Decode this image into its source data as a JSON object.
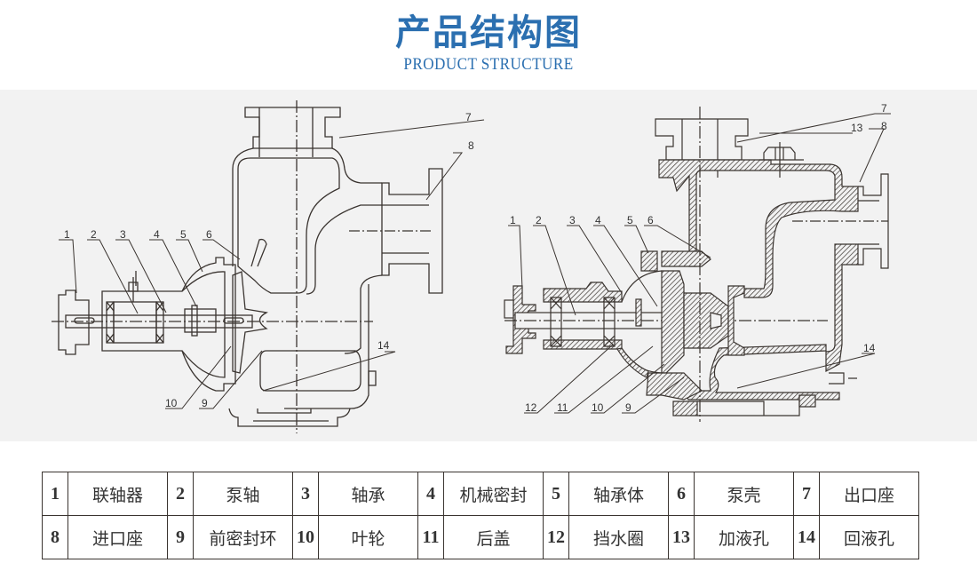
{
  "header": {
    "title": "产品结构图",
    "subtitle": "PRODUCT STRUCTURE"
  },
  "colors": {
    "title": "#2b6fb0",
    "panel_bg": "#f2f2f2",
    "line": "#3a3430"
  },
  "diagrams": {
    "left": {
      "callouts": [
        "1",
        "2",
        "3",
        "4",
        "5",
        "6",
        "7",
        "8",
        "9",
        "10",
        "14"
      ]
    },
    "right": {
      "callouts": [
        "1",
        "2",
        "3",
        "4",
        "5",
        "6",
        "7",
        "8",
        "9",
        "10",
        "11",
        "12",
        "13",
        "14"
      ]
    }
  },
  "parts_table": {
    "rows": [
      [
        {
          "num": "1",
          "name": "联轴器"
        },
        {
          "num": "2",
          "name": "泵轴"
        },
        {
          "num": "3",
          "name": "轴承"
        },
        {
          "num": "4",
          "name": "机械密封"
        },
        {
          "num": "5",
          "name": "轴承体"
        },
        {
          "num": "6",
          "name": "泵壳"
        },
        {
          "num": "7",
          "name": "出口座"
        }
      ],
      [
        {
          "num": "8",
          "name": "进口座"
        },
        {
          "num": "9",
          "name": "前密封环"
        },
        {
          "num": "10",
          "name": "叶轮"
        },
        {
          "num": "11",
          "name": "后盖"
        },
        {
          "num": "12",
          "name": "挡水圈"
        },
        {
          "num": "13",
          "name": "加液孔"
        },
        {
          "num": "14",
          "name": "回液孔"
        }
      ]
    ]
  }
}
